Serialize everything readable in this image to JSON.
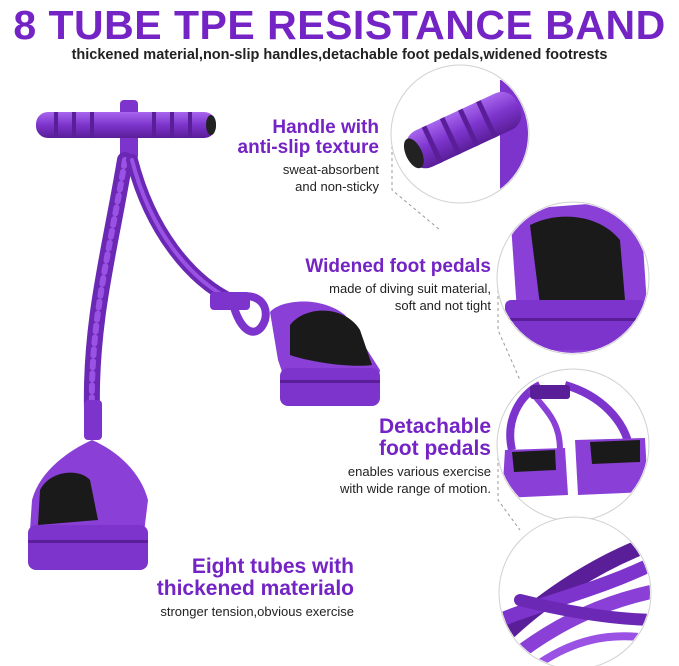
{
  "header": {
    "title": "8 TUBE TPE RESISTANCE BAND",
    "subtitle": "thickened material,non-slip handles,detachable foot pedals,widened footrests"
  },
  "features": [
    {
      "title_lines": [
        "Handle with",
        "anti-slip texture"
      ],
      "desc_lines": [
        "sweat-absorbent",
        "and non-sticky"
      ]
    },
    {
      "title_lines": [
        "Widened foot pedals"
      ],
      "desc_lines": [
        "made of diving suit material,",
        "soft and not tight"
      ]
    },
    {
      "title_lines": [
        "Detachable",
        "foot pedals"
      ],
      "desc_lines": [
        "enables various exercise",
        "with wide range of motion."
      ]
    },
    {
      "title_lines": [
        "Eight tubes with",
        "thickened materialo"
      ],
      "desc_lines": [
        "stronger tension,obvious exercise"
      ]
    }
  ],
  "colors": {
    "accent": "#7424c4",
    "band": "#8a40d6",
    "band_dark": "#5c1f9e",
    "pad": "#1a1a1a"
  },
  "icons": [
    "handle-detail-image",
    "foot-pedal-detail-image",
    "detachable-pedals-detail-image",
    "tubes-detail-image"
  ]
}
